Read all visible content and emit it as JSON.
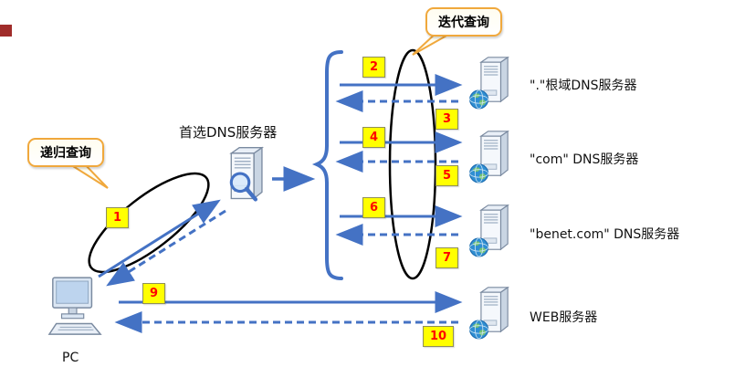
{
  "colors": {
    "arrow_blue": "#4472c4",
    "badge_bg": "#ffff00",
    "badge_text": "#ff0000",
    "callout_border": "#f0a83c",
    "ellipse": "#000000"
  },
  "callouts": {
    "recursive": {
      "label": "递归查询"
    },
    "iterative": {
      "label": "迭代查询"
    }
  },
  "nodes": {
    "pc": {
      "label": "PC"
    },
    "preferred_dns": {
      "label": "首选DNS服务器"
    },
    "root_dns": {
      "label": "\".\"根域DNS服务器"
    },
    "com_dns": {
      "label": "\"com\" DNS服务器"
    },
    "benet_dns": {
      "label": "\"benet.com\" DNS服务器"
    },
    "web": {
      "label": "WEB服务器"
    }
  },
  "steps": {
    "1": "1",
    "2": "2",
    "3": "3",
    "4": "4",
    "5": "5",
    "6": "6",
    "7": "7",
    "9": "9",
    "10": "10"
  }
}
